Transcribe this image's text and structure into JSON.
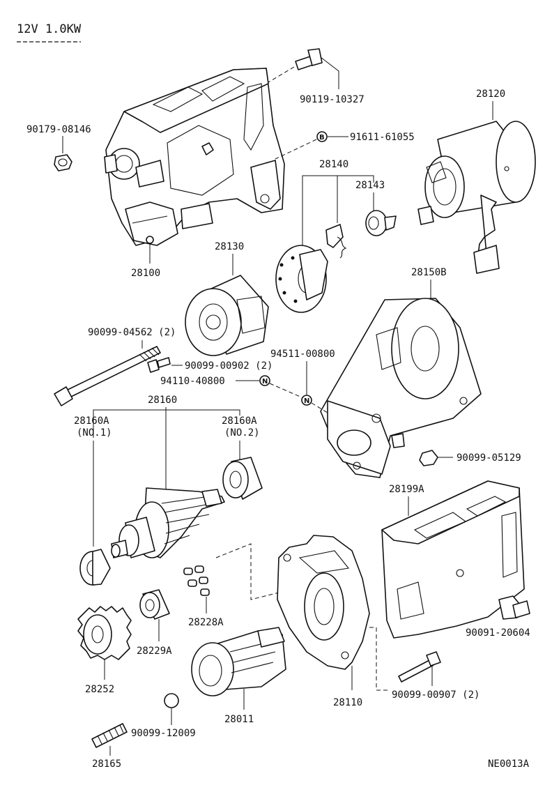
{
  "header": {
    "title": "12V 1.0KW",
    "code": "NE0013A"
  },
  "symbols": {
    "b": "B",
    "n": "N"
  },
  "labels": {
    "p90119_10327": "90119-10327",
    "p90179_08146": "90179-08146",
    "p91611_61055": "91611-61055",
    "p28120": "28120",
    "p28140": "28140",
    "p28143": "28143",
    "p28100": "28100",
    "p28130": "28130",
    "p28150B": "28150B",
    "p90099_04562": "90099-04562 (2)",
    "p90099_00902": "90099-00902 (2)",
    "p94511_00800": "94511-00800",
    "p94110_40800": "94110-40800",
    "p28160": "28160",
    "p28160A_1": "28160A",
    "p28160A_1_sub": "(NO.1)",
    "p28160A_2": "28160A",
    "p28160A_2_sub": "(NO.2)",
    "p90099_05129": "90099-05129",
    "p28199A": "28199A",
    "p28228A": "28228A",
    "p28229A": "28229A",
    "p28252": "28252",
    "p90091_20604": "90091-20604",
    "p28011": "28011",
    "p28110": "28110",
    "p90099_00907": "90099-00907 (2)",
    "p90099_12009": "90099-12009",
    "p28165": "28165"
  }
}
